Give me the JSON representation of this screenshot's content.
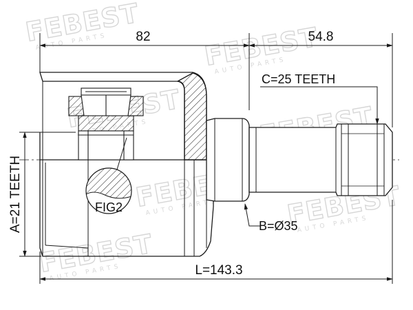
{
  "dimensions": {
    "top_left": "82",
    "top_right": "54.8",
    "overall_length": "L=143.3"
  },
  "callouts": {
    "spline_outer": "C=25 TEETH",
    "shaft_diameter": "B=Ø35",
    "spline_inner": "A=21 TEETH",
    "detail_figure": "FIG2"
  },
  "watermark": {
    "brand": "FEBEST",
    "tagline": "AUTO PARTS"
  },
  "colors": {
    "line": "#1a1a1a",
    "watermark": "#d6d6d6"
  }
}
